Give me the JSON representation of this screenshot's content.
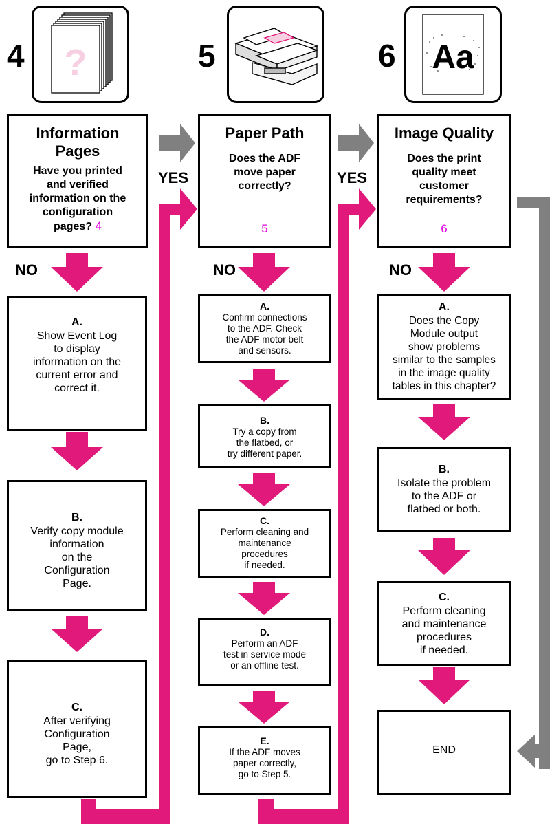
{
  "colors": {
    "arrow_magenta": "#e0197a",
    "arrow_gray": "#808080",
    "ref_magenta": "#e100e1"
  },
  "columns": [
    {
      "step": "4",
      "icon": "stacked-pages-question-icon",
      "title": [
        "Information",
        "Pages"
      ],
      "question": [
        "Have you printed",
        "and verified",
        "information on the",
        "configuration",
        "pages?"
      ],
      "ref": "4",
      "no_label": "NO",
      "boxes": [
        {
          "label": "A.",
          "lines": [
            "Show Event Log",
            "to display",
            "information on the",
            "current error and",
            "correct it."
          ]
        },
        {
          "label": "B.",
          "lines": [
            "Verify copy module",
            "information",
            "on the",
            "Configuration",
            "Page."
          ]
        },
        {
          "label": "C.",
          "lines": [
            "After verifying",
            "Configuration",
            "Page,",
            "go to Step 6."
          ]
        }
      ]
    },
    {
      "step": "5",
      "icon": "scanner-adf-icon",
      "title": [
        "Paper Path"
      ],
      "question": [
        "Does the ADF",
        "move paper",
        "correctly?"
      ],
      "ref": "5",
      "no_label": "NO",
      "boxes": [
        {
          "label": "A.",
          "lines": [
            "Confirm connections",
            "to the ADF. Check",
            "the ADF motor belt",
            "and sensors."
          ]
        },
        {
          "label": "B.",
          "lines": [
            "Try a copy from",
            "the flatbed, or",
            "try different paper."
          ]
        },
        {
          "label": "C.",
          "lines": [
            "Perform cleaning and",
            "maintenance",
            "procedures",
            "if needed."
          ]
        },
        {
          "label": "D.",
          "lines": [
            "Perform an ADF",
            "test in service mode",
            "or an offline test."
          ]
        },
        {
          "label": "E.",
          "lines": [
            "If the ADF moves",
            "paper correctly,",
            "go to Step 5."
          ]
        }
      ]
    },
    {
      "step": "6",
      "icon": "image-quality-aa-icon",
      "icon_text": "Aa",
      "title": [
        "Image Quality"
      ],
      "question": [
        "Does the print",
        "quality meet",
        "customer",
        "requirements?"
      ],
      "ref": "6",
      "no_label": "NO",
      "boxes": [
        {
          "label": "A.",
          "lines": [
            "Does the Copy",
            "Module output",
            "show problems",
            "similar to the samples",
            "in the image quality",
            "tables in this chapter?"
          ]
        },
        {
          "label": "B.",
          "lines": [
            "Isolate the problem",
            "to the ADF or",
            "flatbed or both."
          ]
        },
        {
          "label": "C.",
          "lines": [
            "Perform cleaning",
            "and maintenance",
            "procedures",
            "if needed."
          ]
        }
      ],
      "end_label": "END"
    }
  ],
  "yes_labels": [
    "YES",
    "YES"
  ]
}
